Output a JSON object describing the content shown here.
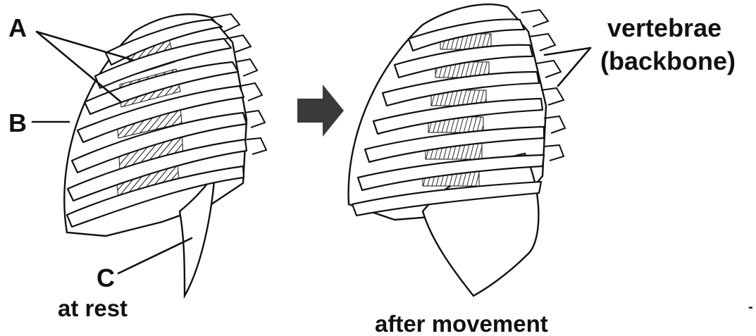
{
  "labels": {
    "a": "A",
    "b": "B",
    "c": "C",
    "vertebrae_line1": "vertebrae",
    "vertebrae_line2": "(backbone)"
  },
  "captions": {
    "left": "at rest",
    "right": "after movement"
  },
  "stray_mark": "-",
  "colors": {
    "ink": "#111111",
    "arrow": "#3a3a3a",
    "background": "#ffffff"
  },
  "icons": {
    "transition": "right-arrow-icon"
  }
}
